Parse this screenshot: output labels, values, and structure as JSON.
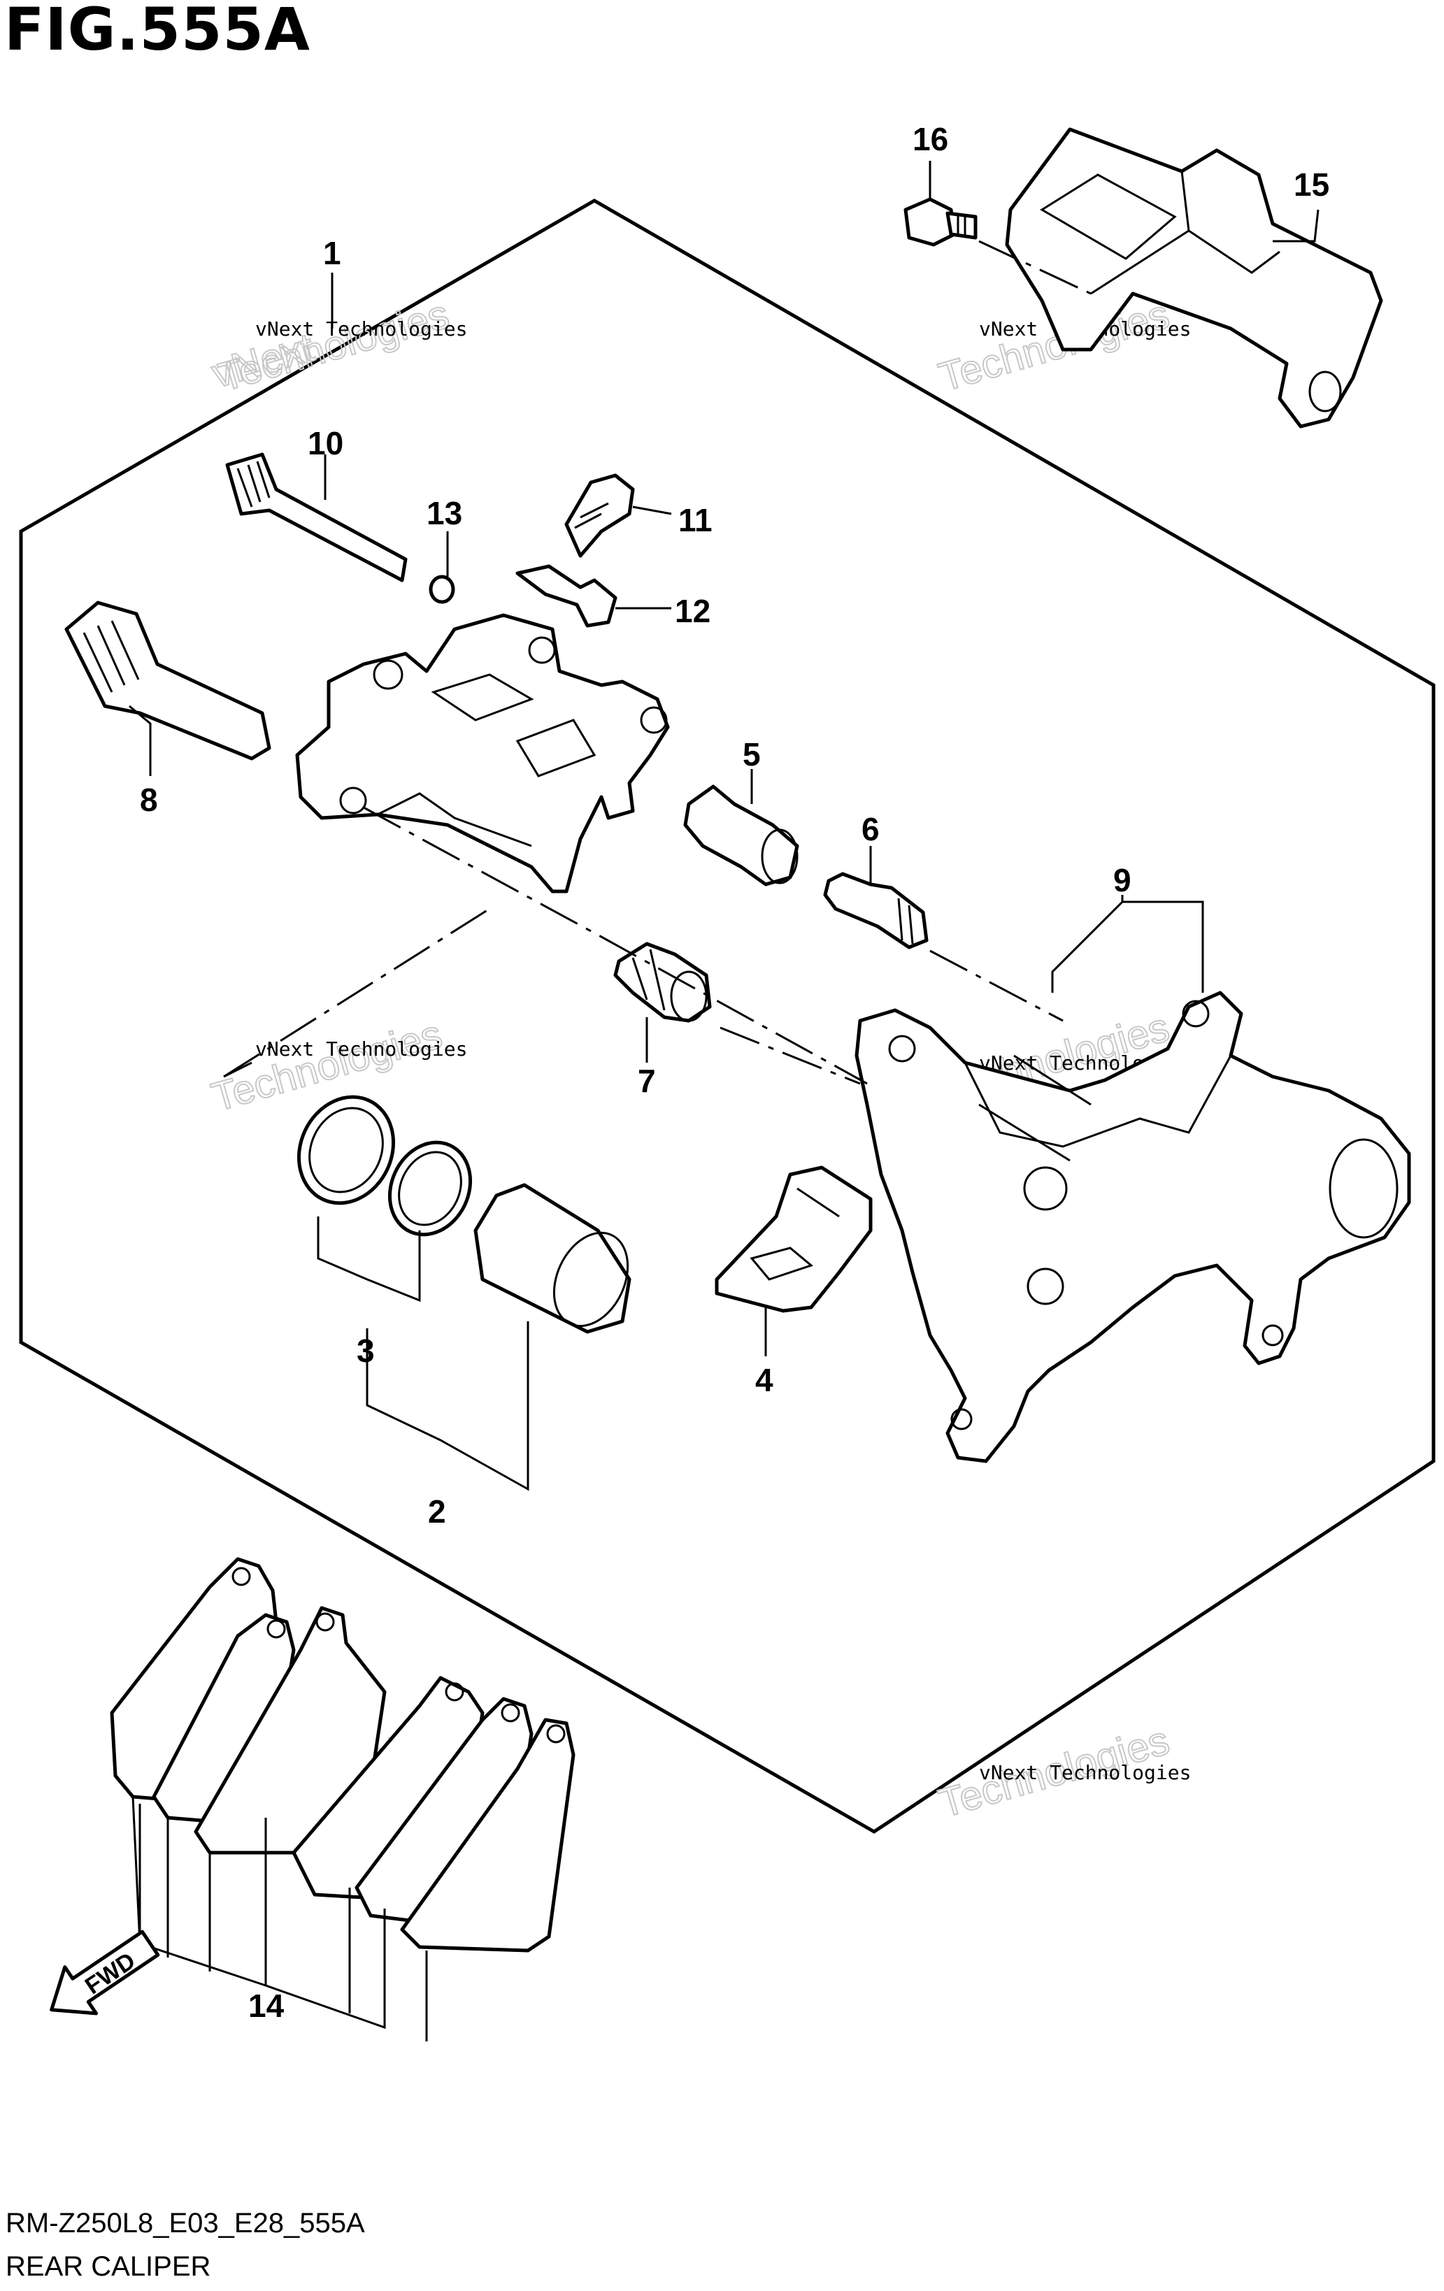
{
  "figure": {
    "title": "FIG.555A",
    "code": "RM-Z250L8_E03_E28_555A",
    "name": "REAR CALIPER"
  },
  "watermark": {
    "small": "vNext Technologies",
    "big_line1": "vNext",
    "big_line2": "Technologies"
  },
  "callouts": {
    "c1": "1",
    "c2": "2",
    "c3": "3",
    "c4": "4",
    "c5": "5",
    "c6": "6",
    "c7": "7",
    "c8": "8",
    "c9": "9",
    "c10": "10",
    "c11": "11",
    "c12": "12",
    "c13": "13",
    "c14": "14",
    "c15": "15",
    "c16": "16"
  },
  "direction": {
    "label": "FWD"
  }
}
